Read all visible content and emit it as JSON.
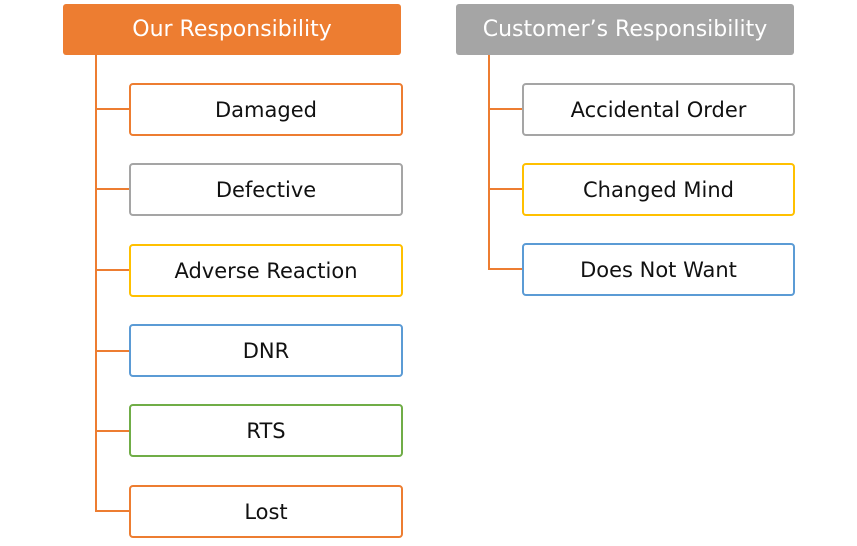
{
  "groups": [
    {
      "title": "Our Responsibility",
      "color": "#ED7D31",
      "items": [
        {
          "label": "Damaged",
          "border": "#ED7D31"
        },
        {
          "label": "Defective",
          "border": "#A5A5A5"
        },
        {
          "label": "Adverse Reaction",
          "border": "#FFC000"
        },
        {
          "label": "DNR",
          "border": "#5B9BD5"
        },
        {
          "label": "RTS",
          "border": "#70AD47"
        },
        {
          "label": "Lost",
          "border": "#ED7D31"
        }
      ]
    },
    {
      "title": "Customer’s Responsibility",
      "color": "#A5A5A5",
      "items": [
        {
          "label": "Accidental Order",
          "border": "#A5A5A5"
        },
        {
          "label": "Changed Mind",
          "border": "#FFC000"
        },
        {
          "label": "Does Not Want",
          "border": "#5B9BD5"
        }
      ]
    }
  ],
  "connector_color": "#ED7D31"
}
